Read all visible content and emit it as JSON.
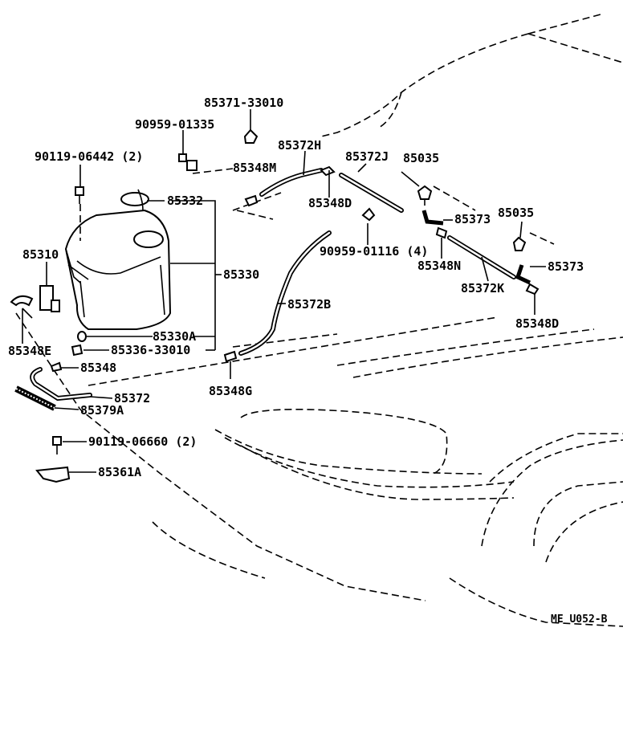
{
  "labels": {
    "p85371": "85371-33010",
    "p90959_01335": "90959-01335",
    "p85372H": "85372H",
    "p85372J": "85372J",
    "p85035a": "85035",
    "p90119_06442": "90119-06442 (2)",
    "p85348M": "85348M",
    "p85348D_top": "85348D",
    "p85373a": "85373",
    "p85035b": "85035",
    "p85332": "85332",
    "p90959_01116": "90959-01116 (4)",
    "p85310": "85310",
    "p85348N": "85348N",
    "p85373b": "85373",
    "p85330": "85330",
    "p85372K": "85372K",
    "p85372B": "85372B",
    "p85348D_bot": "85348D",
    "p85330A": "85330A",
    "p85336": "85336-33010",
    "p85348E": "85348E",
    "p85348": "85348",
    "p85348G": "85348G",
    "p85372": "85372",
    "p85379A": "85379A",
    "p90119_06660": "90119-06660 (2)",
    "p85361A": "85361A"
  },
  "footer": {
    "code": "ME  U052-B"
  }
}
